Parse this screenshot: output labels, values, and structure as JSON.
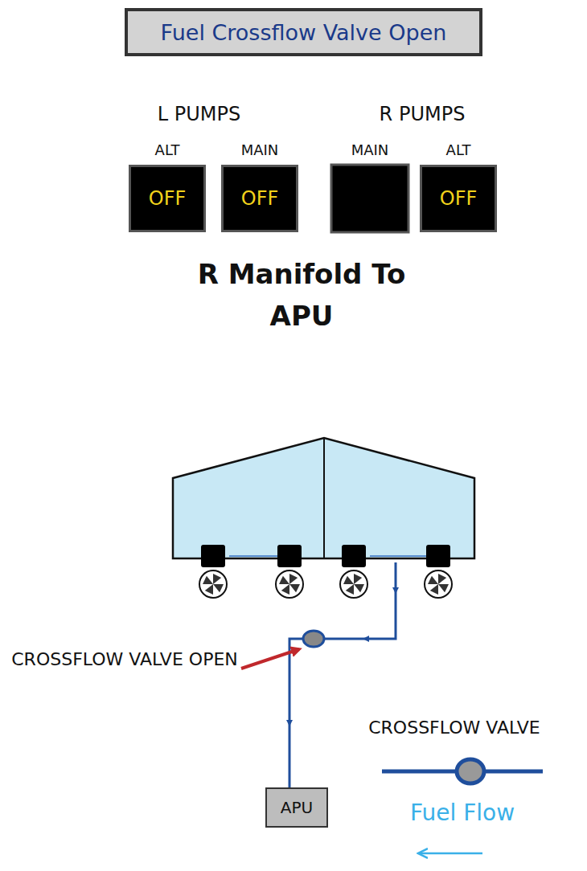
{
  "diagram": {
    "title": "Fuel Crossflow Valve Open",
    "nodes": [
      {
        "text": [
          "Fuel Crossflow Valve Open"
        ]
      },
      {
        "text": [
          "OFF"
        ]
      },
      {
        "text": [
          "OFF"
        ]
      },
      {
        "text": [
          "OFF"
        ]
      },
      {
        "text": [
          "APU"
        ]
      }
    ],
    "labels": [
      "L PUMPS",
      "R PUMPS",
      "ALT",
      "MAIN",
      "MAIN",
      "ALT",
      "R Manifold To APU",
      "CROSSFLOW VALVE OPEN",
      "CROSSFLOW VALVE",
      "Fuel Flow"
    ]
  }
}
